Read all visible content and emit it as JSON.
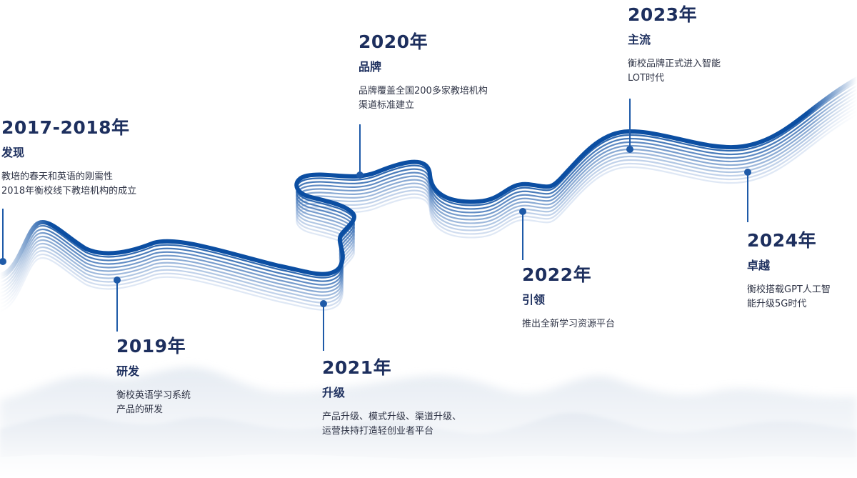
{
  "milestones": [
    {
      "id": "2017-2018",
      "year": "2017-2018年",
      "title": "发现",
      "lines": [
        "教培的春天和英语的刚需性",
        "2018年衡校线下教培机构的成立"
      ]
    },
    {
      "id": "2019",
      "year": "2019年",
      "title": "研发",
      "lines": [
        "衡校英语学习系统",
        "产品的研发"
      ]
    },
    {
      "id": "2020",
      "year": "2020年",
      "title": "品牌",
      "lines": [
        "品牌覆盖全国200多家教培机构",
        "渠道标准建立"
      ]
    },
    {
      "id": "2021",
      "year": "2021年",
      "title": "升级",
      "lines": [
        "产品升级、模式升级、渠道升级、",
        "运营扶持打造轻创业者平台"
      ]
    },
    {
      "id": "2022",
      "year": "2022年",
      "title": "引领",
      "lines": [
        "推出全新学习资源平台"
      ]
    },
    {
      "id": "2023",
      "year": "2023年",
      "title": "主流",
      "lines": [
        "衡校品牌正式进入智能",
        "LOT时代"
      ]
    },
    {
      "id": "2024",
      "year": "2024年",
      "title": "卓越",
      "lines": [
        "衡校搭载GPT人工智",
        "能升级5G时代"
      ]
    }
  ],
  "colors": {
    "ribbon_dark": "#0b4ea2",
    "ribbon_light": "#c9d8ee",
    "text_heading": "#1d2f5e",
    "text_body": "#2e3345",
    "marker": "#1e5aa8"
  }
}
